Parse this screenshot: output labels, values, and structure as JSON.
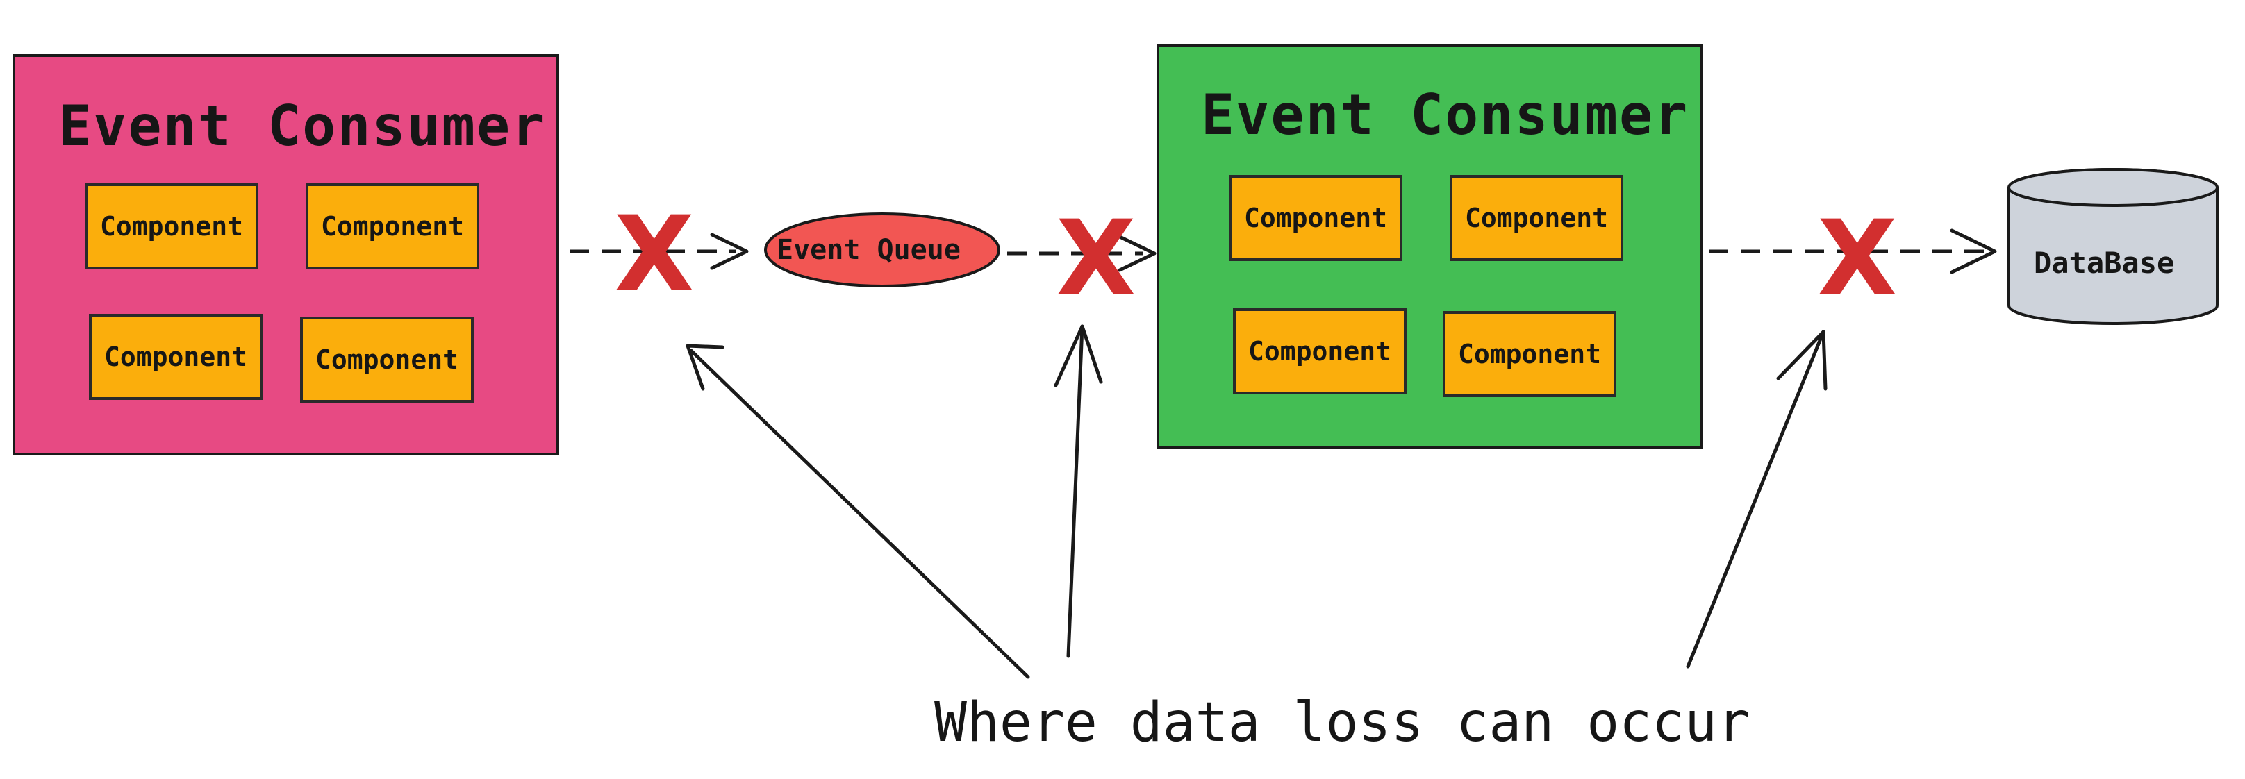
{
  "colors": {
    "consumer_left": "#e74a83",
    "consumer_right": "#44be54",
    "component": "#fbae0c",
    "queue": "#f25653",
    "database": "#ced3db",
    "x_mark": "#d22f2f",
    "stroke": "#1a1a1a"
  },
  "left_consumer": {
    "title": "Event Consumer",
    "components": [
      "Component",
      "Component",
      "Component",
      "Component"
    ]
  },
  "queue": {
    "label": "Event Queue"
  },
  "right_consumer": {
    "title": "Event Consumer",
    "components": [
      "Component",
      "Component",
      "Component",
      "Component"
    ]
  },
  "database": {
    "label": "DataBase"
  },
  "x_marks": [
    "X",
    "X",
    "X"
  ],
  "caption": "Where data loss can occur"
}
